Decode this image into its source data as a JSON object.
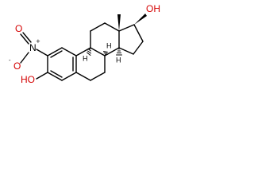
{
  "molecule": {
    "atoms": {
      "nitro_n": "N",
      "nitro_n_charge": "+",
      "nitro_o_double": "O",
      "nitro_o_single": "O",
      "nitro_o_charge": "-",
      "phenol_oh": "HO",
      "c17_oh": "OH",
      "methyl_label": "",
      "h_8": "H",
      "h_9": "H",
      "h_14": "H"
    }
  }
}
